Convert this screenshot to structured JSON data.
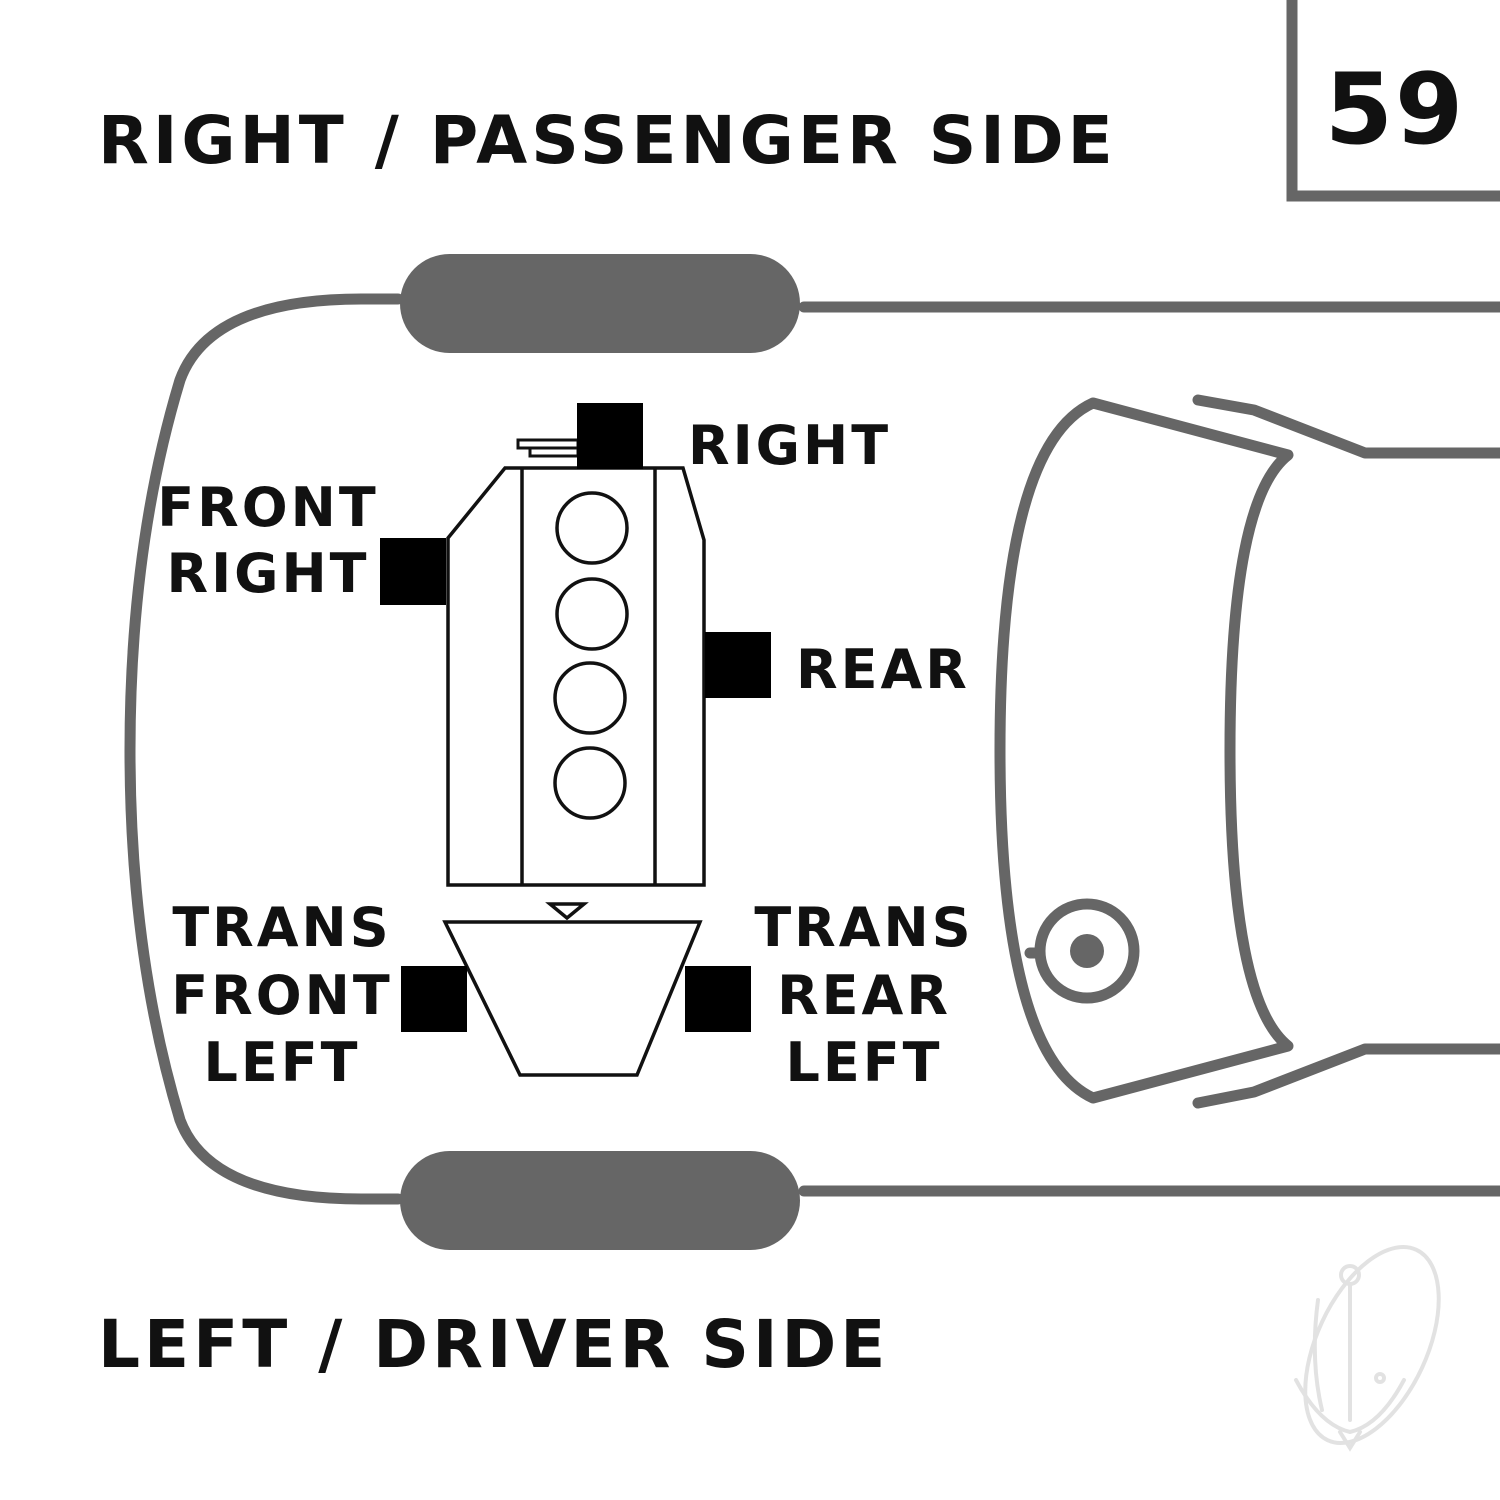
{
  "diagram_number": "59",
  "sides": {
    "top": "RIGHT / PASSENGER SIDE",
    "bottom": "LEFT / DRIVER SIDE"
  },
  "mounts": {
    "right": [
      "RIGHT"
    ],
    "front_right": [
      "FRONT",
      "RIGHT"
    ],
    "rear": [
      "REAR"
    ],
    "trans_front_left": [
      "TRANS",
      "FRONT",
      "LEFT"
    ],
    "trans_rear_left": [
      "TRANS",
      "REAR",
      "LEFT"
    ]
  },
  "colors": {
    "vehicle_outline": "#666666",
    "mount_block": "#000000",
    "text": "#111111"
  },
  "icons": {
    "watermark": "anchor-logo-icon"
  }
}
